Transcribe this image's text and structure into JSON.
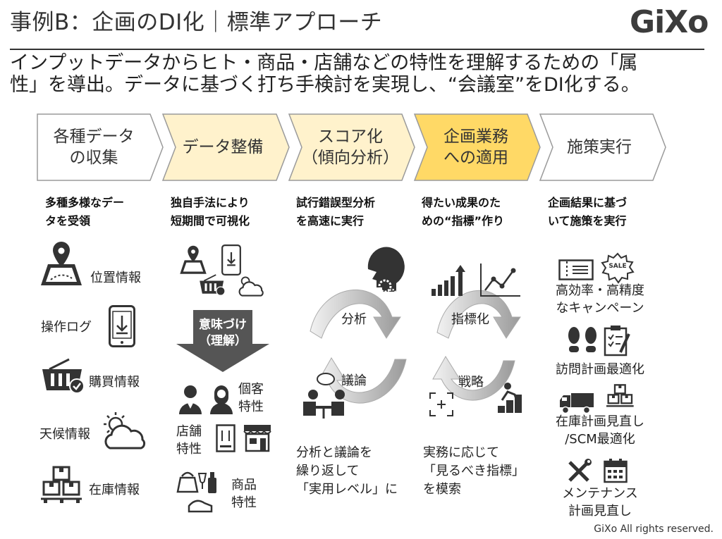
{
  "header": {
    "title": "事例B：企画のDI化｜標準アプローチ",
    "logo": "GiXo",
    "subtitle_line1": "インプットデータからヒト・商品・店舗などの特性を理解するための「属",
    "subtitle_line2": "性」を導出。データに基づく打ち手検討を実現し、“会議室”をDI化する。"
  },
  "steps": [
    {
      "line1": "各種データ",
      "line2": "の収集",
      "fill": "#ffffff",
      "desc1": "多種多様なデー",
      "desc2": "タを受領"
    },
    {
      "line1": "データ整備",
      "line2": "",
      "fill": "#fff2cc",
      "desc1": "独自手法により",
      "desc2": "短期間で可視化"
    },
    {
      "line1": "スコア化",
      "line2": "（傾向分析）",
      "fill": "#fff2cc",
      "desc1": "試行錯誤型分析",
      "desc2": "を高速に実行"
    },
    {
      "line1": "企画業務",
      "line2": "への適用",
      "fill": "#ffd966",
      "desc1": "得たい成果のた",
      "desc2": "めの“指標”作り"
    },
    {
      "line1": "施策実行",
      "line2": "",
      "fill": "#ffffff",
      "desc1": "企画結果に基づ",
      "desc2": "いて施策を実行"
    }
  ],
  "col1": {
    "location": "位置情報",
    "oplog": "操作ログ",
    "purchase": "購買情報",
    "weather": "天候情報",
    "stock": "在庫情報"
  },
  "col2": {
    "arrow_line1": "意味づけ",
    "arrow_line2": "（理解）",
    "cust1": "個客",
    "cust2": "特性",
    "shop1": "店舗",
    "shop2": "特性",
    "prod1": "商品",
    "prod2": "特性"
  },
  "col3": {
    "analysis": "分析",
    "discussion": "議論",
    "note1": "分析と議論を",
    "note2": "繰り返して",
    "note3": "「実用レベル」に"
  },
  "col4": {
    "indexing": "指標化",
    "strategy": "戦略",
    "note1": "実務に応じて",
    "note2": "「見るべき指標」",
    "note3": "を模索"
  },
  "col5": {
    "sale_badge": "SALE",
    "campaign1": "高効率・高精度",
    "campaign2": "なキャンペーン",
    "visit": "訪問計画最適化",
    "stock1": "在庫計画見直し",
    "stock2": "/SCM最適化",
    "maint1": "メンテナンス",
    "maint2": "計画見直し"
  },
  "footer": {
    "copyright": "GiXo All rights reserved."
  }
}
